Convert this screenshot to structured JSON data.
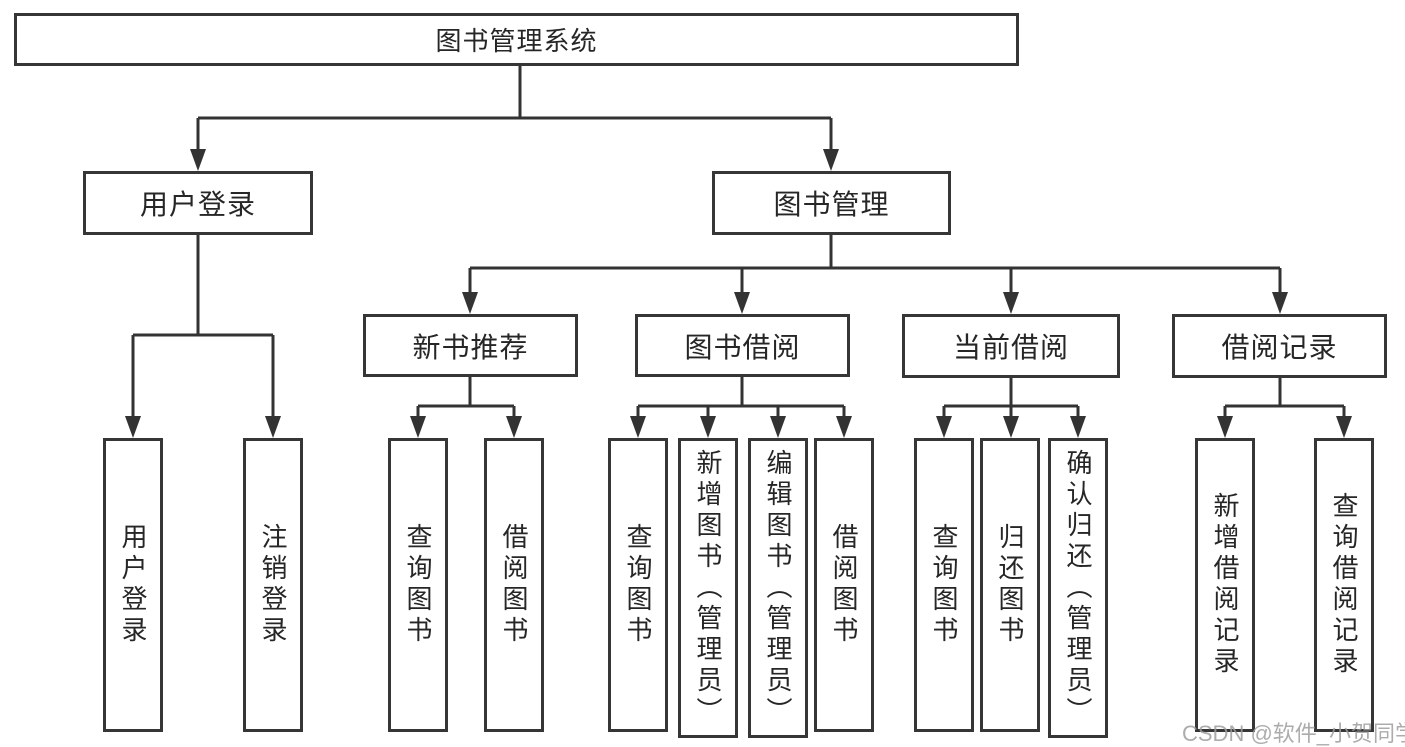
{
  "colors": {
    "line": "#333333",
    "border": "#363636",
    "text": "#262626",
    "watermark": "#9e9e9e",
    "background": "#ffffff"
  },
  "tree": {
    "root": {
      "label": "图书管理系统",
      "children": [
        {
          "label": "用户登录",
          "children": [
            {
              "label": "用户登录"
            },
            {
              "label": "注销登录"
            }
          ]
        },
        {
          "label": "图书管理",
          "children": [
            {
              "label": "新书推荐",
              "children": [
                {
                  "label": "查询图书"
                },
                {
                  "label": "借阅图书"
                }
              ]
            },
            {
              "label": "图书借阅",
              "children": [
                {
                  "label": "查询图书"
                },
                {
                  "label": "新增图书（管理员）"
                },
                {
                  "label": "编辑图书（管理员）"
                },
                {
                  "label": "借阅图书"
                }
              ]
            },
            {
              "label": "当前借阅",
              "children": [
                {
                  "label": "查询图书"
                },
                {
                  "label": "归还图书"
                },
                {
                  "label": "确认归还（管理员）"
                }
              ]
            },
            {
              "label": "借阅记录",
              "children": [
                {
                  "label": "新增借阅记录"
                },
                {
                  "label": "查询借阅记录"
                }
              ]
            }
          ]
        }
      ]
    }
  },
  "watermark": {
    "text": "CSDN @软件_小贺同学"
  }
}
